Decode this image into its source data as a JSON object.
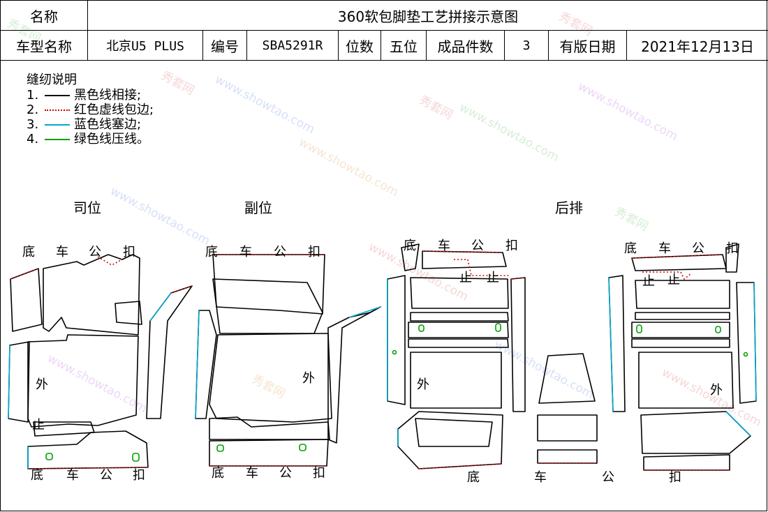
{
  "header": {
    "name_label": "名称",
    "title": "360软包脚垫工艺拼接示意图",
    "model_label": "车型名称",
    "model_value": "北京U5 PLUS",
    "code_label": "编号",
    "code_value": "SBA5291R",
    "seats_label": "位数",
    "seats_value": "五位",
    "pieces_label": "成品件数",
    "pieces_value": "3",
    "date_label": "有版日期",
    "date_value": "2021年12月13日"
  },
  "legend": {
    "title": "缝纫说明",
    "items": [
      {
        "num": "1.",
        "text": "黑色线相接;",
        "color": "#000000",
        "style": "solid"
      },
      {
        "num": "2.",
        "text": "红色虚线包边;",
        "color": "#d40000",
        "style": "dotted"
      },
      {
        "num": "3.",
        "text": "蓝色线塞边;",
        "color": "#00aacc",
        "style": "solid"
      },
      {
        "num": "4.",
        "text": "绿色线压线。",
        "color": "#00a000",
        "style": "solid"
      }
    ]
  },
  "sections": {
    "driver": "司位",
    "passenger": "副位",
    "rear": "后排"
  },
  "labels": {
    "bottom_car_buckle": [
      "底",
      "车",
      "公",
      "扣"
    ],
    "outer": "外",
    "stop": "止"
  },
  "watermark": {
    "brand": "秀套网",
    "url": "www.showtao.com"
  },
  "colors": {
    "line": "#000000",
    "binding": "#d40000",
    "tuck": "#00aacc",
    "stitch": "#00a000"
  }
}
